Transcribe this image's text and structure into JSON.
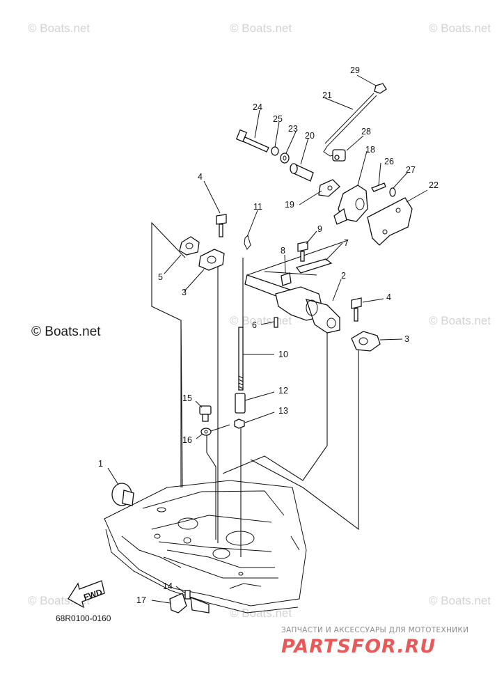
{
  "watermarks": {
    "small": "© Boats.net",
    "large": "© Boats.net"
  },
  "diagram_code": "68R0100-0160",
  "fwd_label": "FWD",
  "footer": {
    "tagline": "ЗАПЧАСТИ И АКСЕССУАРЫ ДЛЯ МОТОТЕХНИКИ",
    "brand": "PARTSFOR.RU"
  },
  "callouts": {
    "p1": "1",
    "p2": "2",
    "p3a": "3",
    "p3b": "3",
    "p4a": "4",
    "p4b": "4",
    "p5": "5",
    "p6": "6",
    "p7": "7",
    "p8": "8",
    "p9": "9",
    "p10": "10",
    "p11": "11",
    "p12": "12",
    "p13": "13",
    "p14": "14",
    "p15": "15",
    "p16": "16",
    "p17": "17",
    "p18": "18",
    "p19": "19",
    "p20": "20",
    "p21": "21",
    "p22": "22",
    "p23": "23",
    "p24": "24",
    "p25": "25",
    "p26": "26",
    "p27": "27",
    "p28": "28",
    "p29": "29"
  }
}
